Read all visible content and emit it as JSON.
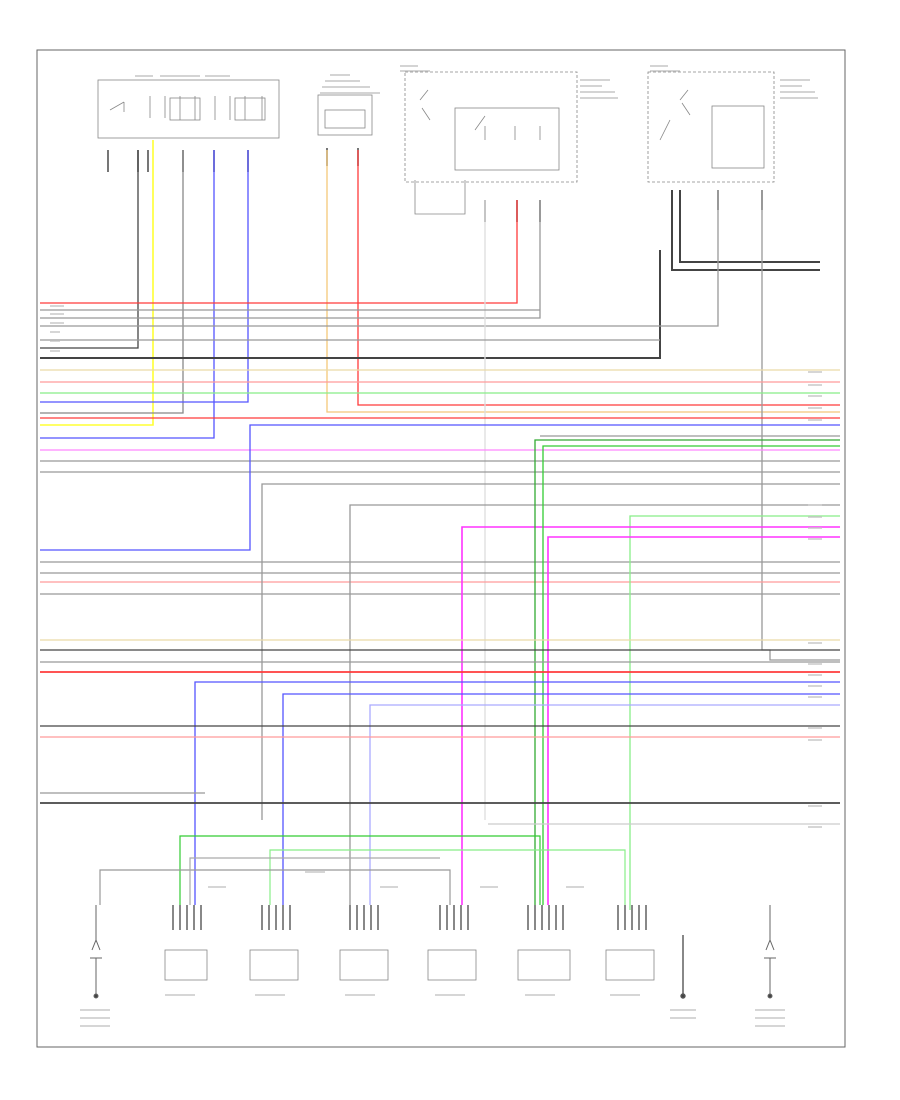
{
  "footer": {
    "code": ""
  },
  "colors": {
    "border": "#666666",
    "component": "#888888",
    "dash": "#aaaaaa",
    "wire_black": "#444444",
    "wire_gray": "#999999",
    "wire_red": "#ff3b3b",
    "wire_pink": "#ff9a9a",
    "wire_yellow": "#ffff33",
    "wire_blue": "#5555ff",
    "wire_green": "#33cc33",
    "wire_light_green": "#88ee88",
    "wire_magenta": "#ff33ff",
    "wire_orange": "#f3c87a",
    "wire_tan": "#e9d9a8"
  },
  "components": [
    {
      "id": "relay-box-1",
      "label": ""
    },
    {
      "id": "relay-box-2",
      "label": ""
    },
    {
      "id": "dist-unit-1",
      "label": ""
    },
    {
      "id": "dist-unit-2",
      "label": ""
    },
    {
      "id": "sensor-left",
      "label": ""
    },
    {
      "id": "injector-1",
      "label": ""
    },
    {
      "id": "injector-2",
      "label": ""
    },
    {
      "id": "injector-3",
      "label": ""
    },
    {
      "id": "injector-4",
      "label": ""
    },
    {
      "id": "injector-5",
      "label": ""
    },
    {
      "id": "injector-6",
      "label": ""
    },
    {
      "id": "sensor-center",
      "label": ""
    },
    {
      "id": "sensor-right",
      "label": ""
    }
  ]
}
